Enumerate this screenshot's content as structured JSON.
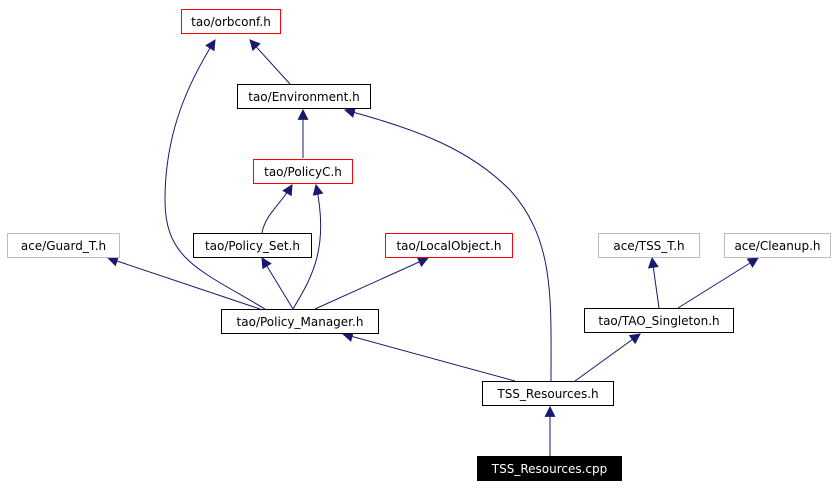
{
  "colors": {
    "edge": "#191970",
    "red_border": "#ff0000",
    "gray_border": "#bfbfbf",
    "black_border": "#000000"
  },
  "nodes": {
    "orbconf": "tao/orbconf.h",
    "environment": "tao/Environment.h",
    "policyc": "tao/PolicyC.h",
    "guard_t": "ace/Guard_T.h",
    "policy_set": "tao/Policy_Set.h",
    "localobject": "tao/LocalObject.h",
    "tss_t": "ace/TSS_T.h",
    "cleanup": "ace/Cleanup.h",
    "policy_manager": "tao/Policy_Manager.h",
    "tao_singleton": "tao/TAO_Singleton.h",
    "tss_resources_h": "TSS_Resources.h",
    "tss_resources_cpp": "TSS_Resources.cpp"
  }
}
